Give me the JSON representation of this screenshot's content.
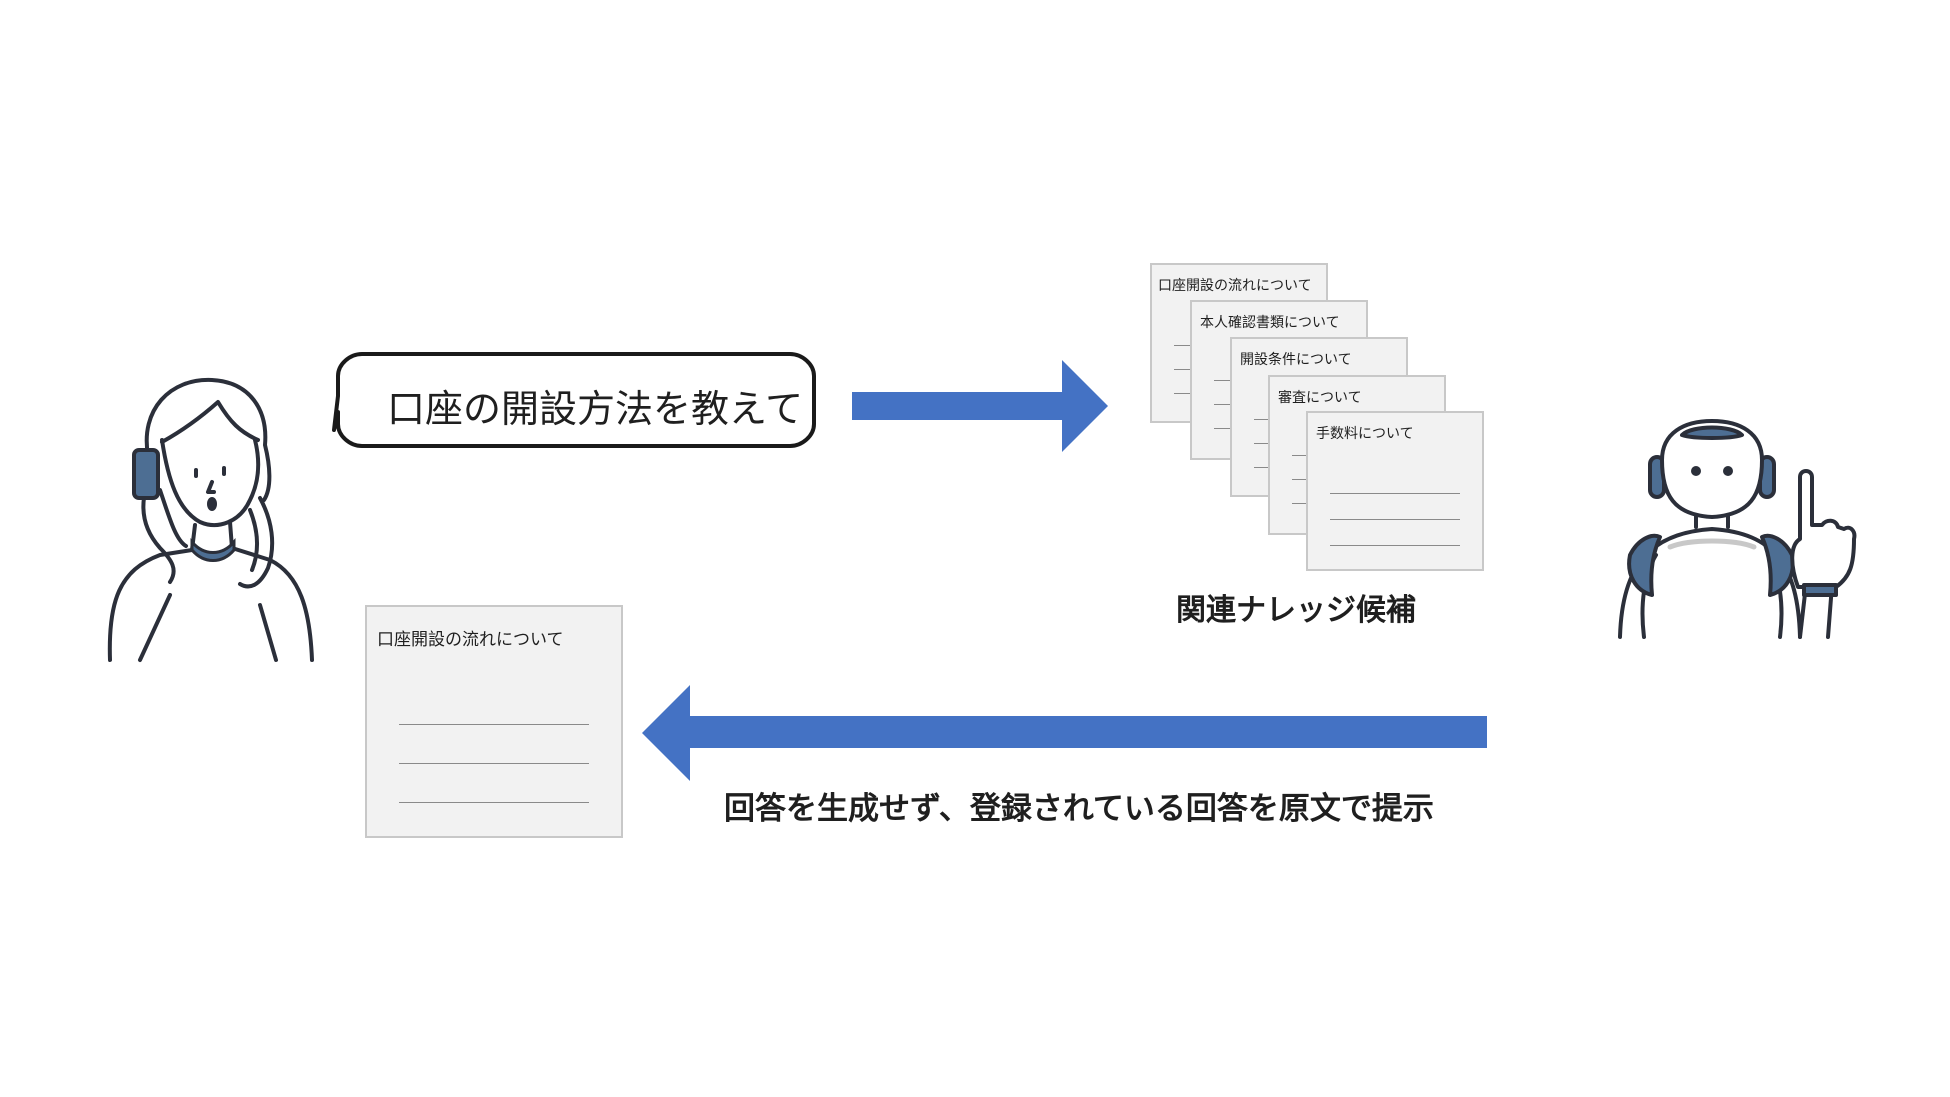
{
  "speech_bubble": {
    "text": "口座の開設方法を教えて"
  },
  "knowledge_candidates": {
    "caption": "関連ナレッジ候補",
    "documents": [
      {
        "title": "口座開設の流れについて"
      },
      {
        "title": "本人確認書類について"
      },
      {
        "title": "開設条件について"
      },
      {
        "title": "審査について"
      },
      {
        "title": "手数料について"
      }
    ]
  },
  "answer_document": {
    "title": "口座開設の流れについて"
  },
  "return_caption": "回答を生成せず、登録されている回答を原文で提示",
  "colors": {
    "arrow": "#4472c4",
    "ink": "#2b2f3a",
    "accent": "#4d6e93",
    "doc_bg": "#f2f2f2",
    "doc_border": "#c8c8c8"
  },
  "icons": {
    "user": "woman-on-phone-icon",
    "agent": "robot-pointing-icon"
  }
}
